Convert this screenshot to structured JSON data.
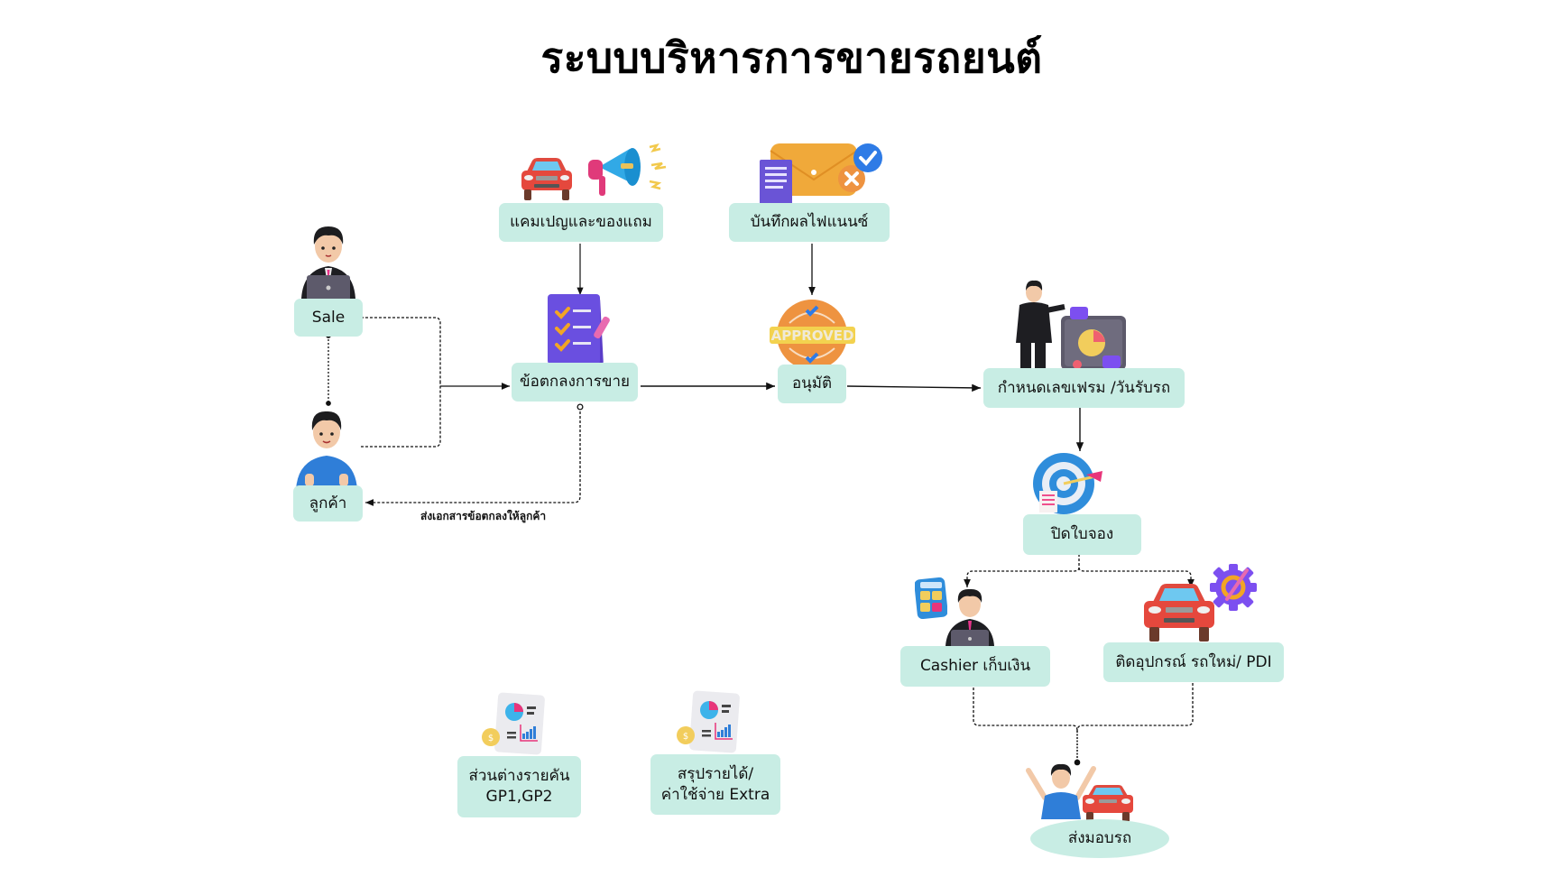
{
  "title": "ระบบบริหารการขายรถยนต์",
  "nodes": {
    "sale": "Sale",
    "customer": "ลูกค้า",
    "campaign": "แคมเปญและของแถม",
    "finance": "บันทึกผลไฟแนนซ์",
    "agreement": "ข้อตกลงการขาย",
    "approve": "อนุมัติ",
    "frame": "กำหนดเลขเฟรม /วันรับรถ",
    "close_booking": "ปิดใบจอง",
    "cashier": "Cashier เก็บเงิน",
    "pdi": "ติดอุปกรณ์ รถใหม่/ PDI",
    "delivery": "ส่งมอบรถ",
    "gp": "ส่วนต่างรายคัน\nGP1,GP2",
    "extra": "สรุปรายได้/\nค่าใช้จ่าย Extra"
  },
  "edge_labels": {
    "send_docs": "ส่งเอกสารข้อตกลงให้ลูกค้า"
  },
  "approved_stamp": "APPROVED",
  "colors": {
    "node_fill": "#c8ede4",
    "edge": "#111111"
  }
}
